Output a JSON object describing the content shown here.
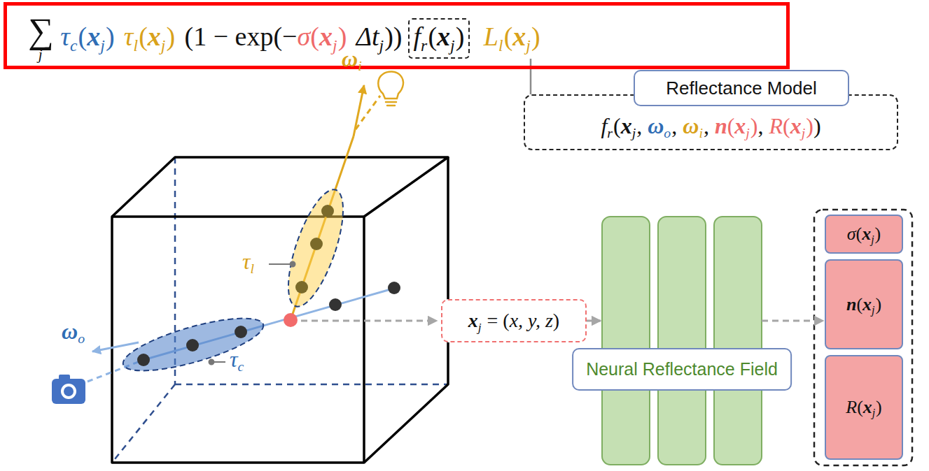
{
  "diagram": {
    "nodes": [
      {
        "text": [
          "∑",
          "j",
          "τ",
          "c",
          "(",
          "x",
          "j",
          ")",
          "τ",
          "l",
          "(",
          "x",
          "j",
          ")",
          "(1 − exp(−",
          "σ",
          "(",
          "x",
          "j",
          ")",
          "Δt",
          "j",
          "))",
          "L",
          "l",
          "(",
          "x",
          "j",
          ")"
        ]
      },
      {
        "text": [
          "f",
          "r",
          "(",
          "x",
          "j",
          ")"
        ],
        "in": 0
      },
      {
        "text": [
          "Reflectance Model"
        ]
      },
      {
        "text": [
          "f",
          "r",
          "(",
          "x",
          "j",
          ", ",
          "ω",
          "o",
          ", ",
          "ω",
          "i",
          ", ",
          "n",
          "(",
          "x",
          "j",
          ")",
          ", ",
          "R",
          "(",
          "x",
          "j",
          ")",
          ")"
        ]
      },
      {
        "text": [
          "x",
          "j",
          " = (",
          "x, y, z",
          ")"
        ]
      },
      {
        "text": [
          "Neural Reflectance Field"
        ]
      },
      {
        "text": [
          "σ",
          "(",
          "x",
          "j",
          ")"
        ]
      },
      {
        "text": [
          "n",
          "(",
          "x",
          "j",
          ")"
        ]
      },
      {
        "text": [
          "R",
          "(",
          "x",
          "j",
          ")"
        ]
      }
    ],
    "edges": [
      {
        "from": 1,
        "to": 3,
        "arrow": "none"
      },
      {
        "from": 4,
        "to": 5,
        "arrow": "to"
      },
      {
        "from": 5,
        "to": 7,
        "arrow": "to"
      }
    ],
    "labels": [
      "ω",
      "i",
      "τ",
      "l",
      "τ",
      "c",
      "ω",
      "o"
    ]
  }
}
